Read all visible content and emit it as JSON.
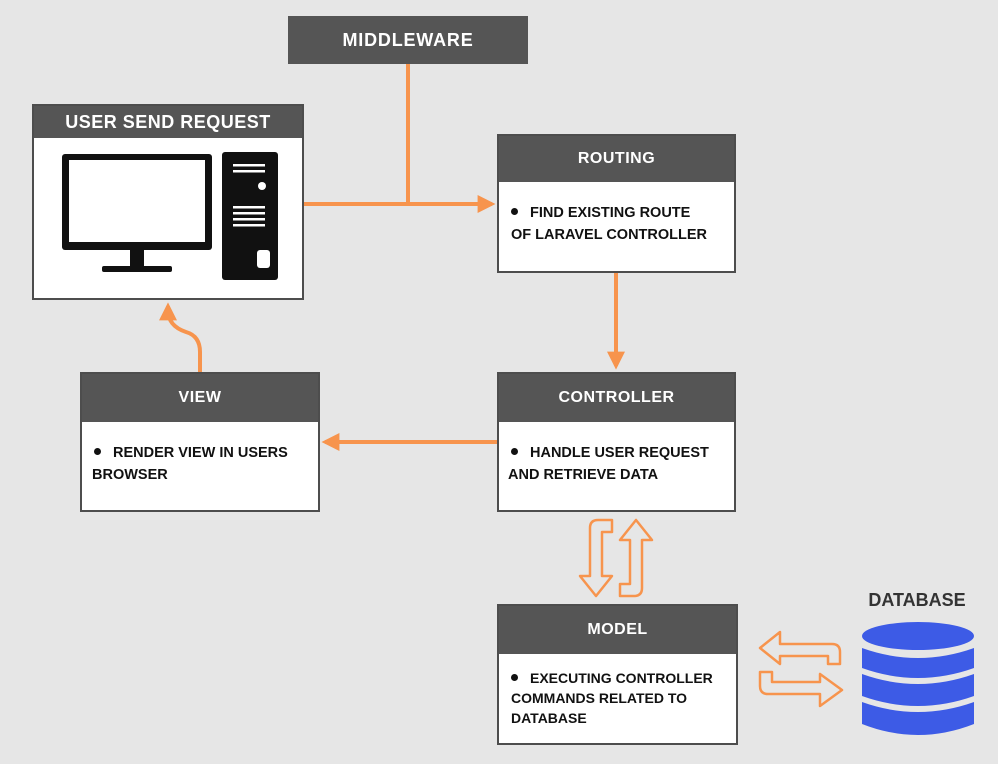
{
  "middleware": {
    "label": "MIDDLEWARE"
  },
  "user_request": {
    "title": "USER SEND REQUEST"
  },
  "routing": {
    "title": "ROUTING",
    "bullet": "FIND EXISTING ROUTE",
    "bullet_cont": "OF LARAVEL CONTROLLER"
  },
  "controller": {
    "title": "CONTROLLER",
    "bullet": "HANDLE USER REQUEST",
    "bullet_cont": "AND RETRIEVE DATA"
  },
  "view": {
    "title": "VIEW",
    "bullet": "RENDER VIEW IN USERS",
    "bullet_cont": "BROWSER"
  },
  "model": {
    "title": "MODEL",
    "bullet": "EXECUTING CONTROLLER",
    "bullet_cont1": "COMMANDS RELATED TO",
    "bullet_cont2": "DATABASE"
  },
  "database": {
    "label": "DATABASE"
  },
  "colors": {
    "arrow": "#f7944d",
    "header": "#555555",
    "db": "#3d5be6",
    "background": "#e6e6e6"
  }
}
